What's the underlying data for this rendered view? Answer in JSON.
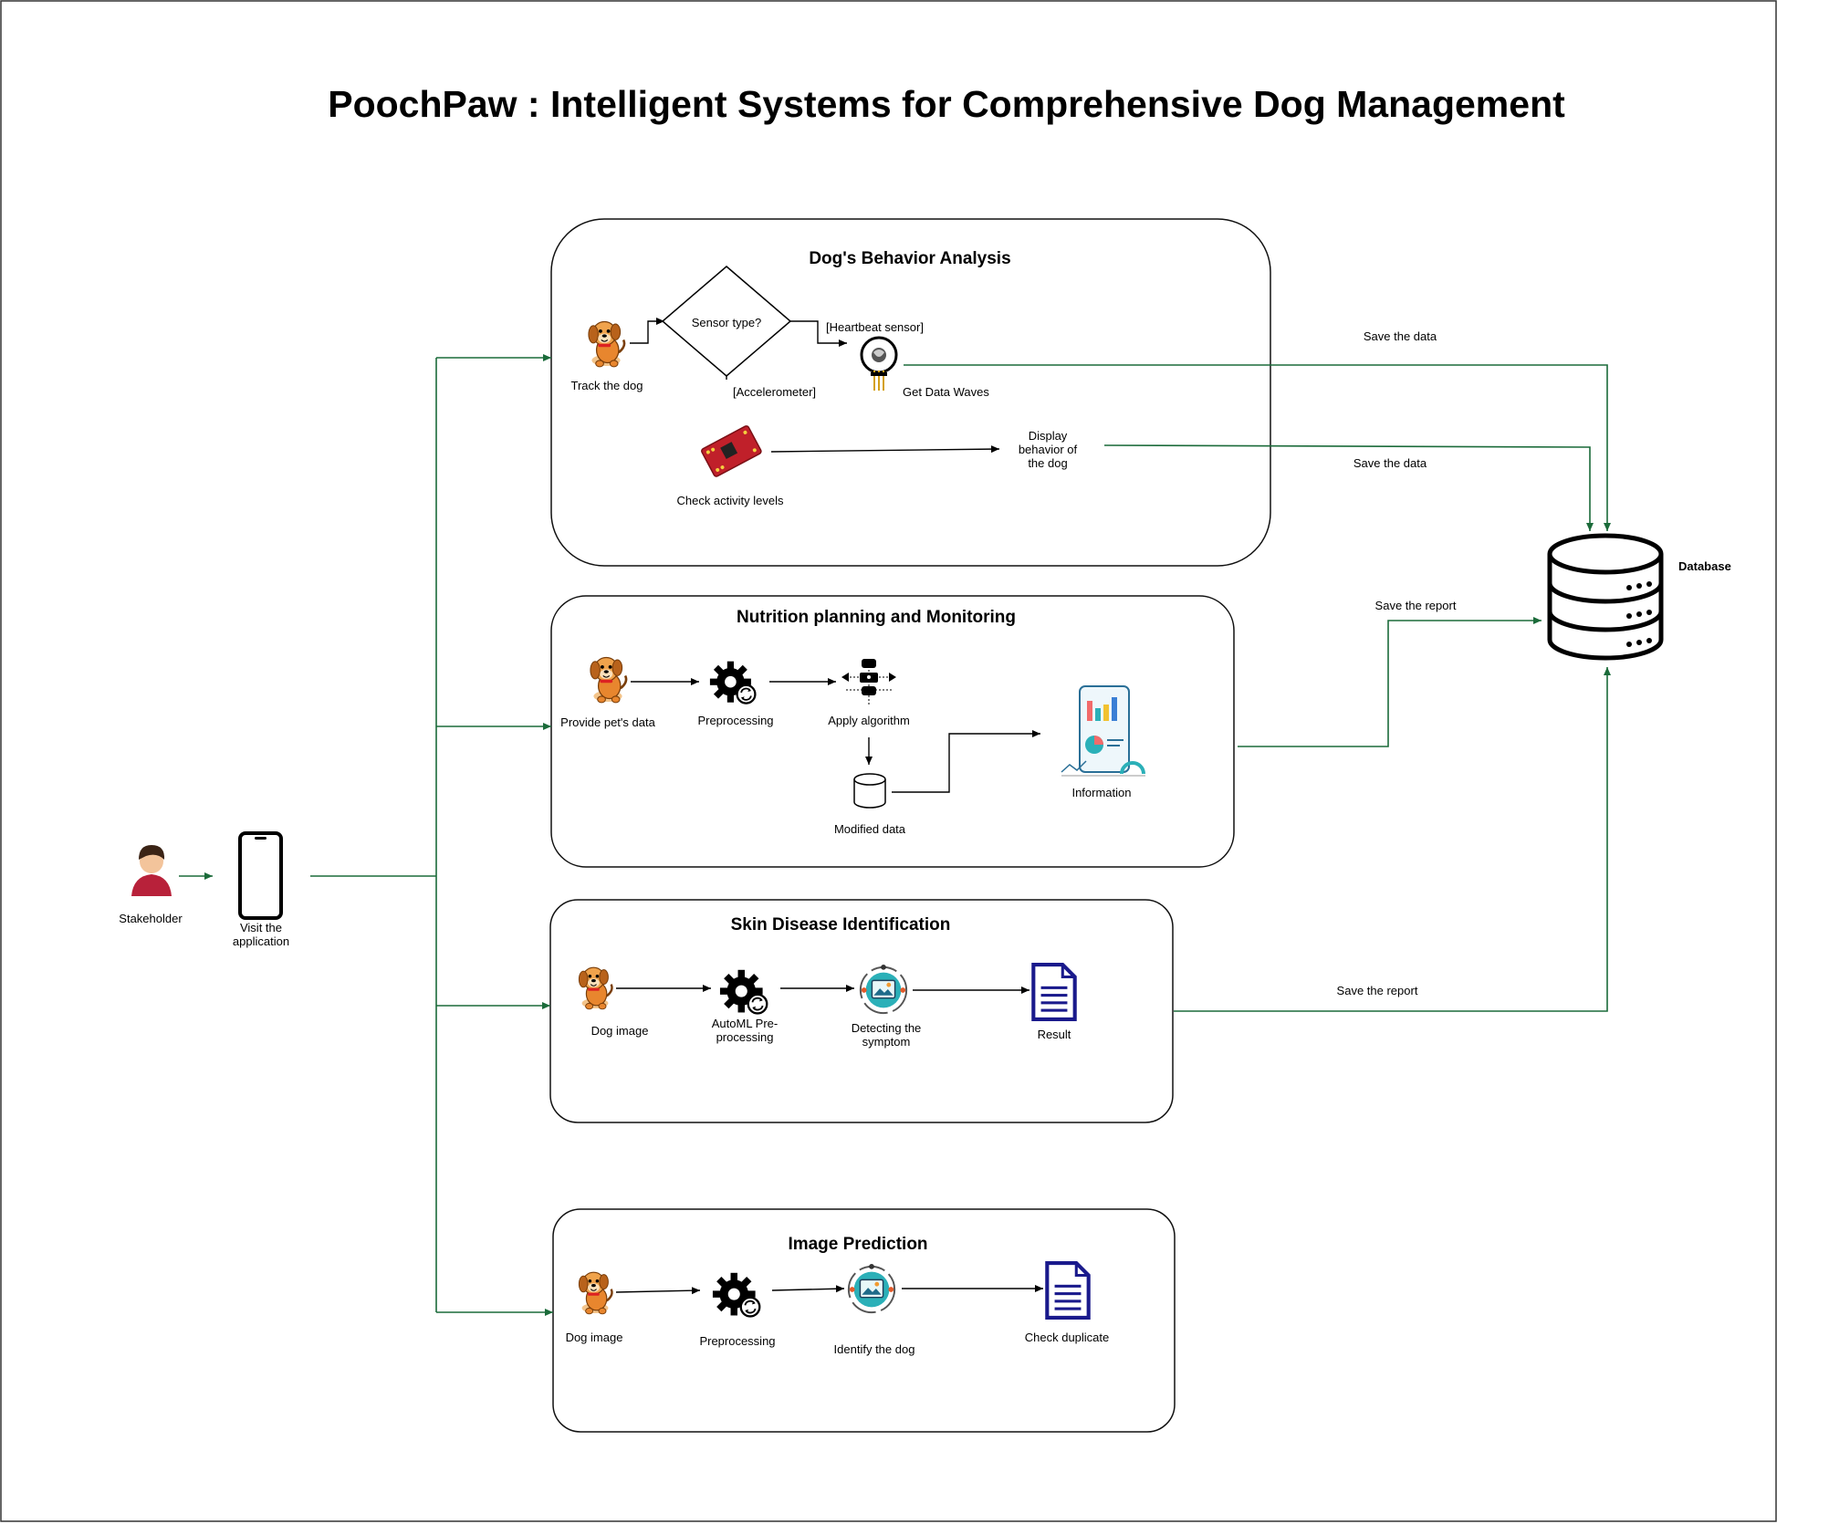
{
  "title": "PoochPaw : Intelligent Systems for Comprehensive Dog Management",
  "colors": {
    "connector": "#1b6b3a",
    "document": "#1a1a8c",
    "sensor_board": "#c0202a",
    "dog": "#e8862e"
  },
  "actors": {
    "stakeholder": "Stakeholder",
    "app": "Visit the\napplication"
  },
  "behavior": {
    "title": "Dog's Behavior Analysis",
    "track": "Track the dog",
    "decision": "Sensor type?",
    "heartbeat_branch": "[Heartbeat sensor]",
    "accel_branch": "[Accelerometer]",
    "waves": "Get Data Waves",
    "activity": "Check activity levels",
    "display": "Display\nbehavior of\nthe dog"
  },
  "nutrition": {
    "title": "Nutrition planning and Monitoring",
    "provide": "Provide pet's data",
    "preprocessing": "Preprocessing",
    "algorithm": "Apply algorithm",
    "modified": "Modified data",
    "information": "Information"
  },
  "skin": {
    "title": "Skin Disease Identification",
    "dog_image": "Dog image",
    "automl": "AutoML Pre-\nprocessing",
    "detect": "Detecting the\nsymptom",
    "result": "Result"
  },
  "prediction": {
    "title": "Image Prediction",
    "dog_image": "Dog image",
    "preprocessing": "Preprocessing",
    "identify": "Identify the dog",
    "duplicate": "Check duplicate"
  },
  "database": {
    "label": "Database",
    "save_data_1": "Save the data",
    "save_data_2": "Save the data",
    "save_report_1": "Save the report",
    "save_report_2": "Save the report"
  }
}
